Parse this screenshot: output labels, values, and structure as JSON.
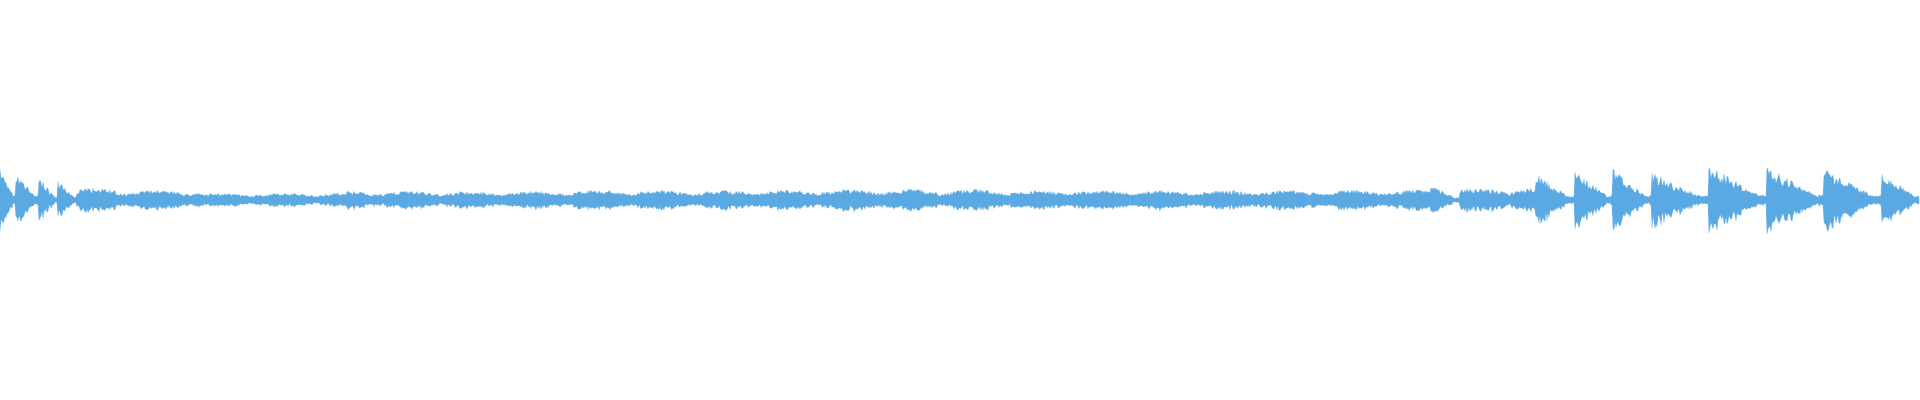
{
  "waveform": {
    "color": "#5aa9e2",
    "background": "#ffffff",
    "amplitude_profile": [
      {
        "start": 0.0,
        "end": 0.008,
        "level": 0.17,
        "kind": "burst"
      },
      {
        "start": 0.008,
        "end": 0.02,
        "level": 0.14,
        "kind": "burst"
      },
      {
        "start": 0.02,
        "end": 0.03,
        "level": 0.12,
        "kind": "burst"
      },
      {
        "start": 0.03,
        "end": 0.04,
        "level": 0.1,
        "kind": "burst"
      },
      {
        "start": 0.04,
        "end": 0.06,
        "level": 0.06,
        "kind": "steady"
      },
      {
        "start": 0.06,
        "end": 0.105,
        "level": 0.05,
        "kind": "steady"
      },
      {
        "start": 0.105,
        "end": 0.18,
        "level": 0.035,
        "kind": "steady"
      },
      {
        "start": 0.18,
        "end": 0.3,
        "level": 0.045,
        "kind": "steady"
      },
      {
        "start": 0.3,
        "end": 0.42,
        "level": 0.05,
        "kind": "steady"
      },
      {
        "start": 0.42,
        "end": 0.52,
        "level": 0.055,
        "kind": "steady"
      },
      {
        "start": 0.52,
        "end": 0.655,
        "level": 0.05,
        "kind": "steady"
      },
      {
        "start": 0.655,
        "end": 0.745,
        "level": 0.05,
        "kind": "steady"
      },
      {
        "start": 0.745,
        "end": 0.76,
        "level": 0.08,
        "kind": "burst"
      },
      {
        "start": 0.76,
        "end": 0.8,
        "level": 0.06,
        "kind": "steady"
      },
      {
        "start": 0.8,
        "end": 0.82,
        "level": 0.13,
        "kind": "burst"
      },
      {
        "start": 0.82,
        "end": 0.84,
        "level": 0.15,
        "kind": "burst"
      },
      {
        "start": 0.84,
        "end": 0.86,
        "level": 0.16,
        "kind": "burst"
      },
      {
        "start": 0.86,
        "end": 0.89,
        "level": 0.14,
        "kind": "burst"
      },
      {
        "start": 0.89,
        "end": 0.92,
        "level": 0.18,
        "kind": "burst"
      },
      {
        "start": 0.92,
        "end": 0.95,
        "level": 0.17,
        "kind": "burst"
      },
      {
        "start": 0.95,
        "end": 0.98,
        "level": 0.16,
        "kind": "burst"
      },
      {
        "start": 0.98,
        "end": 1.0,
        "level": 0.14,
        "kind": "burst"
      }
    ]
  }
}
